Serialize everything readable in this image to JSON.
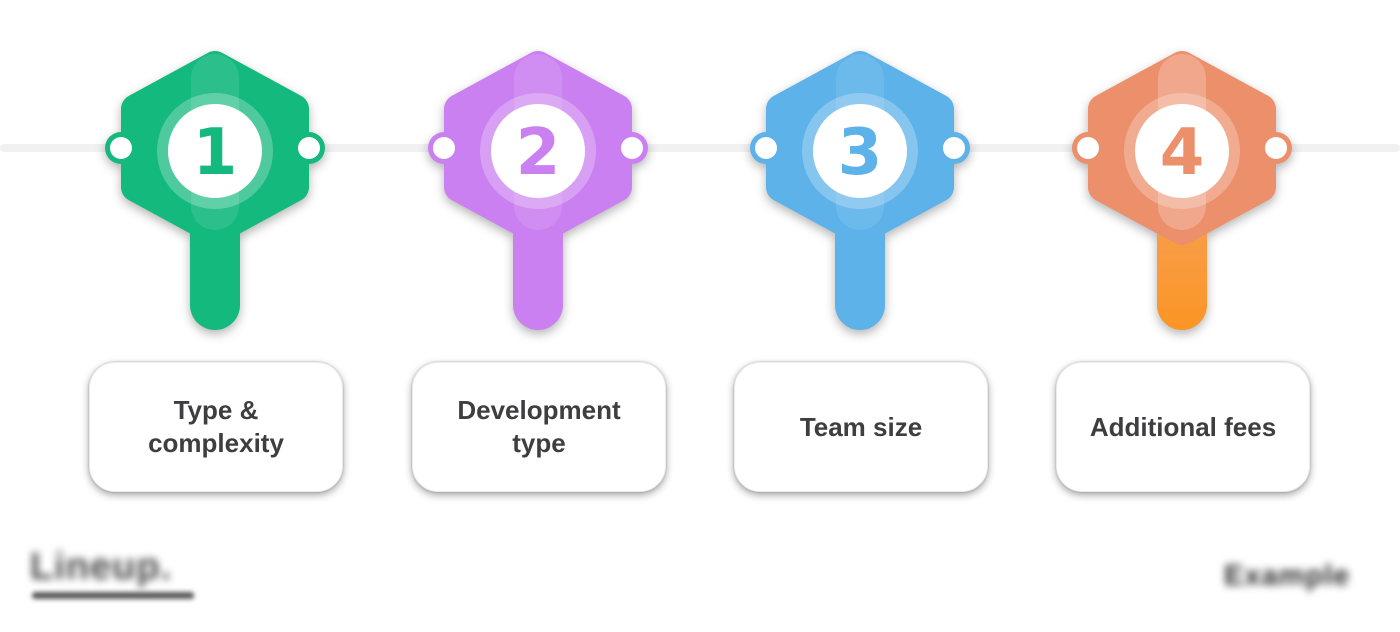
{
  "timeline": {
    "line_color": "#f1f1f3"
  },
  "markers": [
    {
      "number": "1",
      "label": "Type & complexity",
      "color": "#14b97e",
      "band_opacity": "0.10",
      "stem_top": "#14b97e",
      "stem_bottom": "#14b97e"
    },
    {
      "number": "2",
      "label": "Development type",
      "color": "#cb80f1",
      "band_opacity": "0.10",
      "stem_top": "#cb80f1",
      "stem_bottom": "#cb80f1"
    },
    {
      "number": "3",
      "label": "Team size",
      "color": "#5cb2e9",
      "band_opacity": "0.10",
      "stem_top": "#5cb2e9",
      "stem_bottom": "#5cb2e9"
    },
    {
      "number": "4",
      "label": "Additional fees",
      "color": "#ec8f6b",
      "band_opacity": "0.22",
      "stem_top": "#f5a469",
      "stem_bottom": "#fb9524"
    }
  ],
  "footer": {
    "left_logo_text": "Lineup.",
    "right_logo_text": "Example"
  }
}
